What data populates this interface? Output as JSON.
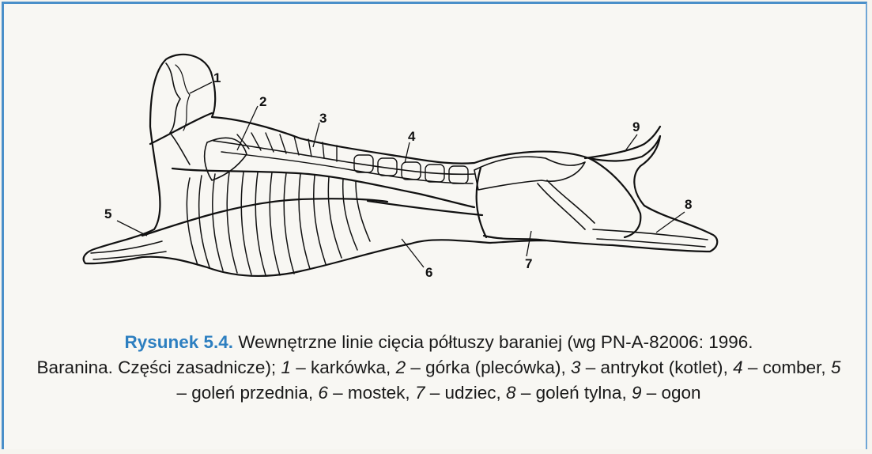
{
  "figure": {
    "labels": [
      "1",
      "2",
      "3",
      "4",
      "5",
      "6",
      "7",
      "8",
      "9"
    ],
    "caption": {
      "title": "Rysunek 5.4.",
      "line1": "Wewnętrzne linie cięcia półtuszy baraniej (wg PN-A-82006: 1996.",
      "line2_a": "Baranina. Części zasadnicze);",
      "parts": [
        {
          "num": "1",
          "name": "karkówka"
        },
        {
          "num": "2",
          "name": "górka (plecówka)"
        },
        {
          "num": "3",
          "name": "antrykot (kotlet)"
        },
        {
          "num": "4",
          "name": "comber"
        },
        {
          "num": "5",
          "name": "goleń przednia"
        },
        {
          "num": "6",
          "name": "mostek"
        },
        {
          "num": "7",
          "name": "udziec"
        },
        {
          "num": "8",
          "name": "goleń tylna"
        },
        {
          "num": "9",
          "name": "ogon"
        }
      ]
    },
    "colors": {
      "border": "#4a8fc9",
      "title": "#2d7fc0",
      "ink": "#111111"
    }
  }
}
